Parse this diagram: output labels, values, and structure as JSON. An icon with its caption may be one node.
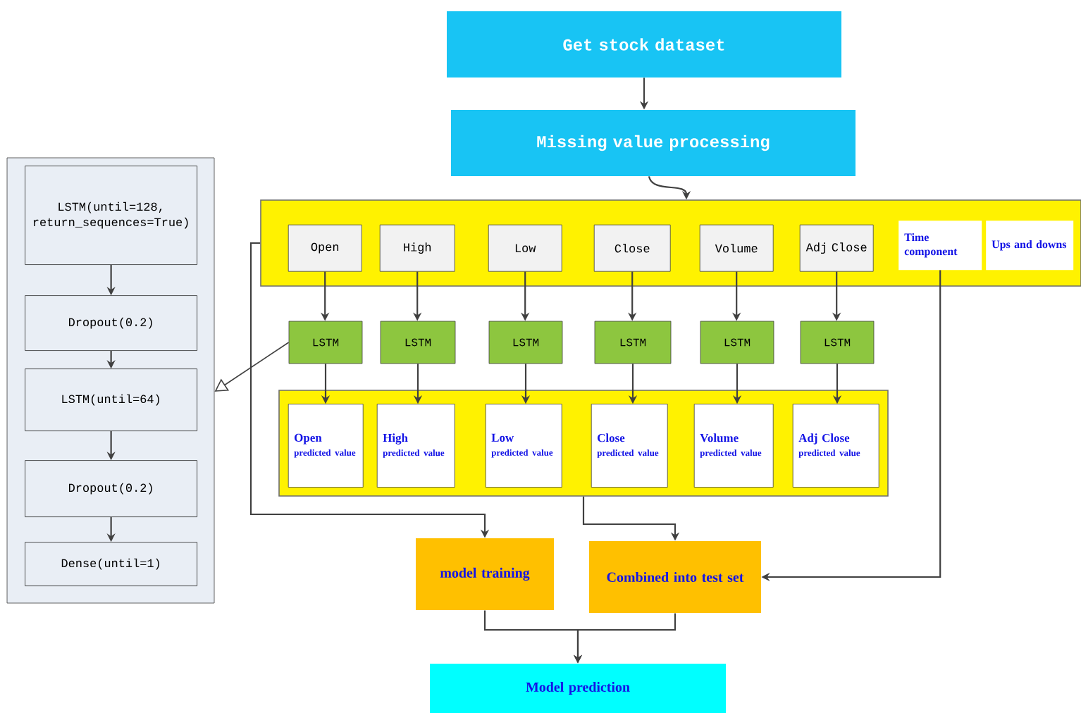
{
  "diagram": {
    "nodes": [
      {
        "text": [
          "Get stock dataset"
        ]
      },
      {
        "text": [
          "Missing value processing"
        ]
      },
      {
        "text": [],
        "shape": "box"
      },
      {
        "text": [
          "Open"
        ],
        "in": 2
      },
      {
        "text": [
          "High"
        ],
        "in": 2
      },
      {
        "text": [
          "Low"
        ],
        "in": 2
      },
      {
        "text": [
          "Close"
        ],
        "in": 2
      },
      {
        "text": [
          "Volume"
        ],
        "in": 2
      },
      {
        "text": [
          "Adj Close"
        ],
        "in": 2
      },
      {
        "text": [
          "Time component"
        ],
        "in": 2
      },
      {
        "text": [
          "Ups and downs"
        ],
        "in": 2
      },
      {
        "text": [
          "LSTM"
        ]
      },
      {
        "text": [
          "LSTM"
        ]
      },
      {
        "text": [
          "LSTM"
        ]
      },
      {
        "text": [
          "LSTM"
        ]
      },
      {
        "text": [
          "LSTM"
        ]
      },
      {
        "text": [
          "LSTM"
        ]
      },
      {
        "text": [],
        "shape": "box"
      },
      {
        "text": [
          "Open",
          "predicted value"
        ],
        "in": 17
      },
      {
        "text": [
          "High",
          "predicted value"
        ],
        "in": 17
      },
      {
        "text": [
          "Low",
          "predicted value"
        ],
        "in": 17
      },
      {
        "text": [
          "Close",
          "predicted value"
        ],
        "in": 17
      },
      {
        "text": [
          "Volume",
          "predicted value"
        ],
        "in": 17
      },
      {
        "text": [
          "Adj Close",
          "predicted value"
        ],
        "in": 17
      },
      {
        "text": [],
        "shape": "box"
      },
      {
        "text": [
          "LSTM(until=128, return_sequences=True)"
        ],
        "in": 24
      },
      {
        "text": [
          "Dropout(0.2)"
        ],
        "in": 24
      },
      {
        "text": [
          "LSTM(until=64)"
        ],
        "in": 24
      },
      {
        "text": [
          "Dropout(0.2)"
        ],
        "in": 24
      },
      {
        "text": [
          "Dense(until=1)"
        ],
        "in": 24
      },
      {
        "text": [
          "model training"
        ]
      },
      {
        "text": [
          "Combined into test set"
        ]
      },
      {
        "text": [
          "Model prediction"
        ]
      }
    ],
    "edges": [
      {
        "from": 0,
        "to": 1,
        "arrow": "to"
      },
      {
        "from": 1,
        "to": 2,
        "arrow": "to"
      },
      {
        "from": 3,
        "to": 11,
        "arrow": "to"
      },
      {
        "from": 4,
        "to": 12,
        "arrow": "to"
      },
      {
        "from": 5,
        "to": 13,
        "arrow": "to"
      },
      {
        "from": 6,
        "to": 14,
        "arrow": "to"
      },
      {
        "from": 7,
        "to": 15,
        "arrow": "to"
      },
      {
        "from": 8,
        "to": 16,
        "arrow": "to"
      },
      {
        "from": 11,
        "to": 18,
        "arrow": "to"
      },
      {
        "from": 12,
        "to": 19,
        "arrow": "to"
      },
      {
        "from": 13,
        "to": 20,
        "arrow": "to"
      },
      {
        "from": 14,
        "to": 21,
        "arrow": "to"
      },
      {
        "from": 15,
        "to": 22,
        "arrow": "to"
      },
      {
        "from": 16,
        "to": 23,
        "arrow": "to"
      },
      {
        "from": 11,
        "to": 24,
        "arrow": "to"
      },
      {
        "from": 25,
        "to": 26,
        "arrow": "to"
      },
      {
        "from": 26,
        "to": 27,
        "arrow": "to"
      },
      {
        "from": 27,
        "to": 28,
        "arrow": "to"
      },
      {
        "from": 28,
        "to": 29,
        "arrow": "to"
      },
      {
        "from": 2,
        "to": 30,
        "arrow": "to"
      },
      {
        "from": 17,
        "to": 31,
        "arrow": "to"
      },
      {
        "from": 9,
        "to": 31,
        "arrow": "to"
      },
      {
        "from": 30,
        "to": 32,
        "arrow": "to"
      },
      {
        "from": 31,
        "to": 32,
        "arrow": "to"
      }
    ]
  }
}
